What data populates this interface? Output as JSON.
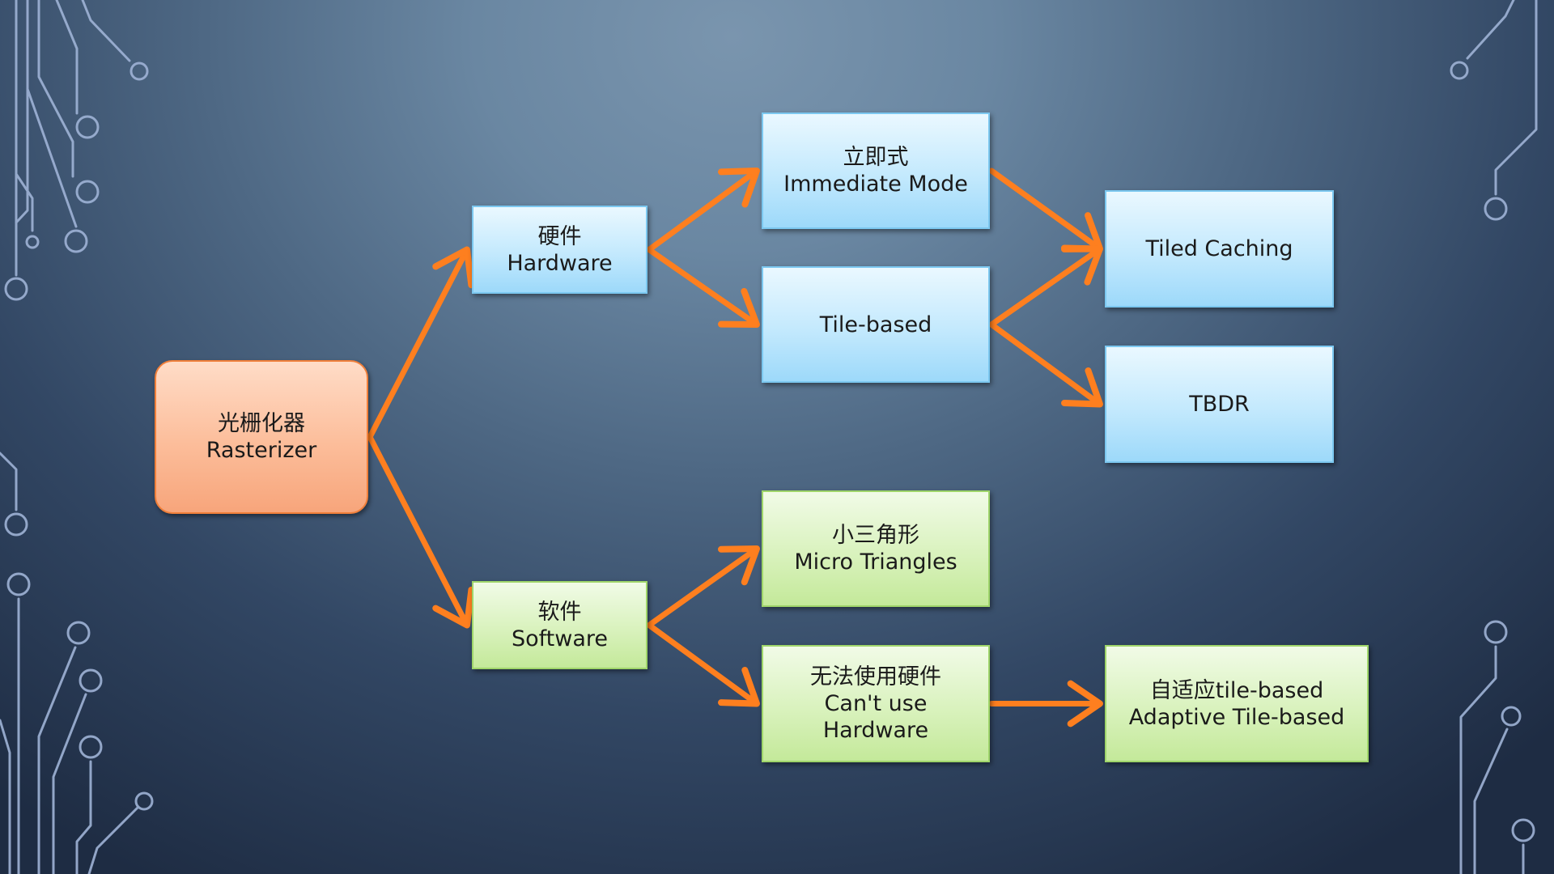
{
  "colors": {
    "arrow": "#fe7f1f",
    "hardware_boxes": "#bfe7fd",
    "software_boxes": "#d7f1bb",
    "root_box": "#fcbd9a",
    "circuit_lines": "#9fb6d9"
  },
  "nodes": {
    "rasterizer": [
      "光栅化器",
      "Rasterizer"
    ],
    "hardware": [
      "硬件",
      "Hardware"
    ],
    "software": [
      "软件",
      "Software"
    ],
    "immediate_mode": [
      "立即式",
      "Immediate Mode"
    ],
    "tile_based": [
      "Tile-based"
    ],
    "tiled_caching": [
      "Tiled Caching"
    ],
    "tbdr": [
      "TBDR"
    ],
    "micro_triangles": [
      "小三角形",
      "Micro Triangles"
    ],
    "cant_use_hardware": [
      "无法使用硬件",
      "Can't use",
      "Hardware"
    ],
    "adaptive_tile_based": [
      "自适应tile-based",
      "Adaptive Tile-based"
    ]
  },
  "edges": [
    [
      "rasterizer",
      "hardware"
    ],
    [
      "rasterizer",
      "software"
    ],
    [
      "hardware",
      "immediate_mode"
    ],
    [
      "hardware",
      "tile_based"
    ],
    [
      "immediate_mode",
      "tiled_caching"
    ],
    [
      "tile_based",
      "tiled_caching"
    ],
    [
      "tile_based",
      "tbdr"
    ],
    [
      "software",
      "micro_triangles"
    ],
    [
      "software",
      "cant_use_hardware"
    ],
    [
      "cant_use_hardware",
      "adaptive_tile_based"
    ]
  ]
}
